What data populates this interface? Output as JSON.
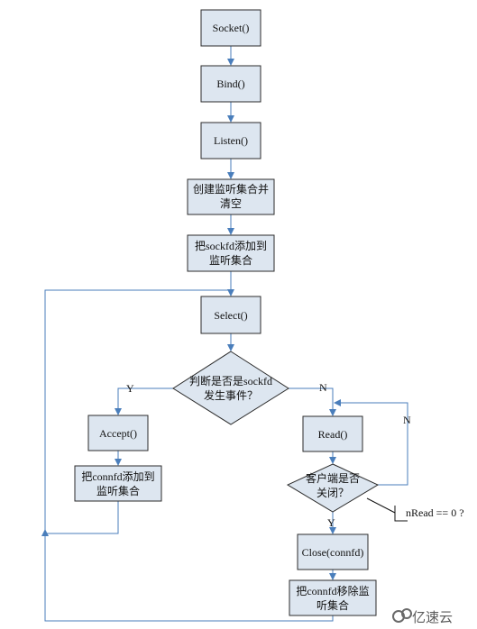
{
  "nodes": {
    "socket": "Socket()",
    "bind": "Bind()",
    "listen": "Listen()",
    "create_set": [
      "创建监听集合并",
      "清空"
    ],
    "add_sockfd": [
      "把sockfd添加到",
      "监听集合"
    ],
    "select": "Select()",
    "decision_event": [
      "判断是否是sockfd",
      "发生事件？"
    ],
    "accept": "Accept()",
    "add_connfd": [
      "把connfd添加到",
      "监听集合"
    ],
    "read": "Read()",
    "decision_closed": [
      "客户端是否",
      "关闭？"
    ],
    "close": "Close(connfd)",
    "remove_connfd": [
      "把connfd移除监",
      "听集合"
    ]
  },
  "edge_labels": {
    "yes_left": "Y",
    "no_right": "N",
    "no_loop": "N",
    "yes_down": "Y"
  },
  "annotation": "nRead == 0 ?",
  "watermark": "亿速云",
  "colors": {
    "box_fill": "#dde6f0",
    "box_stroke": "#2b2b2b",
    "arrow": "#4a7ebb"
  }
}
